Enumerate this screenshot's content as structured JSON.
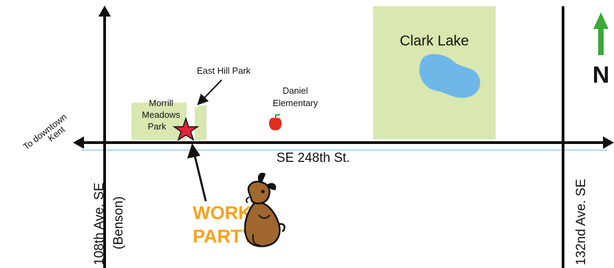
{
  "roads": {
    "horizontal": "SE 248th St.",
    "left_vertical": "108th Ave. SE",
    "left_vertical_alt": "(Benson)",
    "right_vertical": "132nd Ave. SE",
    "direction_line1": "To downtown",
    "direction_line2": "Kent"
  },
  "places": {
    "lake": "Clark Lake",
    "east_hill_park": "East Hill Park",
    "school_line1": "Daniel",
    "school_line2": "Elementary",
    "morrill_line1": "Morrill",
    "morrill_line2": "Meadows",
    "morrill_line3": "Park"
  },
  "event": {
    "line1": "WORK",
    "line2": "PARTY"
  },
  "compass": {
    "letter": "N"
  },
  "colors": {
    "park_fill": "#d8e8b0",
    "lake_fill": "#6fb7e8",
    "road": "#111111",
    "street_line": "#8fd0ea",
    "star": "#e3243b",
    "work_party": "#f7a21b",
    "north_arrow": "#3aa83a",
    "school_apple": "#e0301e"
  }
}
